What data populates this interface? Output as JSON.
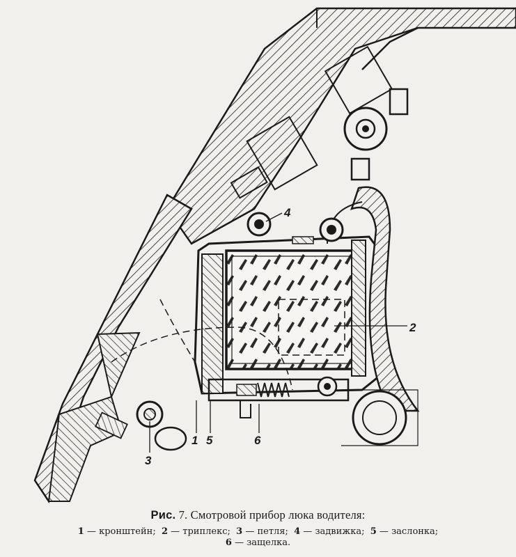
{
  "figure": {
    "labels": {
      "l1": "1",
      "l2": "2",
      "l3": "3",
      "l4": "4",
      "l5": "5",
      "l6": "6"
    }
  },
  "caption": {
    "prefix": "Рис.",
    "number": "7.",
    "title": "Смотровой прибор люка водителя:",
    "legend": [
      {
        "num": "1",
        "text": "кронштейн;"
      },
      {
        "num": "2",
        "text": "триплекс;"
      },
      {
        "num": "3",
        "text": "петля;"
      },
      {
        "num": "4",
        "text": "задвижка;"
      },
      {
        "num": "5",
        "text": "заслонка;"
      },
      {
        "num": "6",
        "text": "защелка."
      }
    ]
  },
  "colors": {
    "ink": "#1a1a1a",
    "paper": "#f1f0ec"
  }
}
